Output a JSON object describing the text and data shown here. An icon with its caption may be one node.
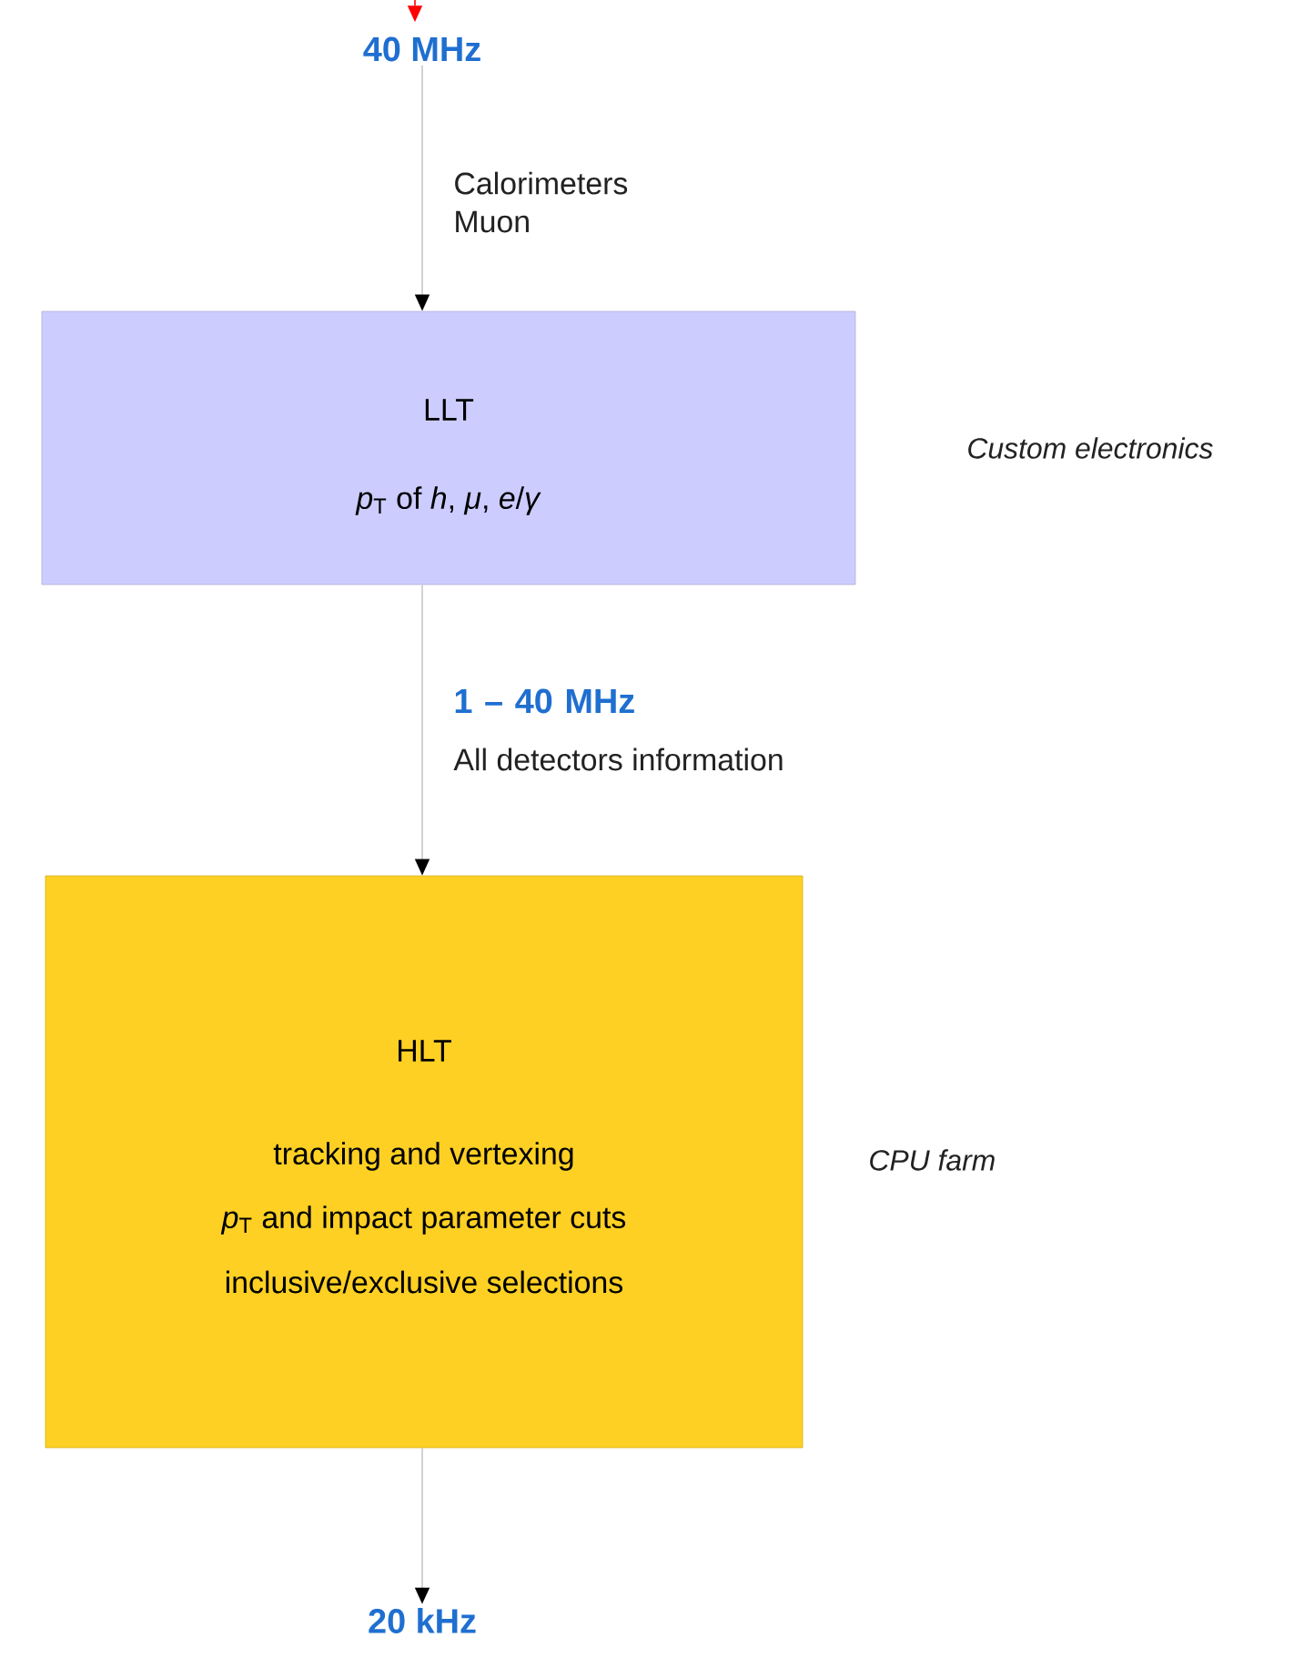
{
  "diagram": {
    "nodes": [
      {
        "text": [
          "40 MHz"
        ]
      },
      {
        "text": [
          "LLT",
          "*p*$_{T}$ of  *h*, *μ*, *e*/*γ*"
        ],
        "beside": [
          "Custom electronics"
        ]
      },
      {
        "text": [
          "HLT",
          "tracking and vertexing",
          "*p*$_{T}$ and impact parameter cuts",
          "inclusive/exclusive selections"
        ],
        "beside": [
          "CPU farm"
        ]
      },
      {
        "text": [
          "20 kHz"
        ]
      }
    ],
    "edges": [
      {
        "from": null,
        "to": 0,
        "arrow": "to",
        "color": "#ff0000"
      },
      {
        "from": 0,
        "to": 1,
        "arrow": "to",
        "label": "Calorimeters Muon"
      },
      {
        "from": 1,
        "to": 2,
        "arrow": "to",
        "label": "1 – 40 MHz"
      },
      {
        "from": 2,
        "to": 3,
        "arrow": "to"
      }
    ],
    "labels": [
      "All detectors information"
    ]
  }
}
